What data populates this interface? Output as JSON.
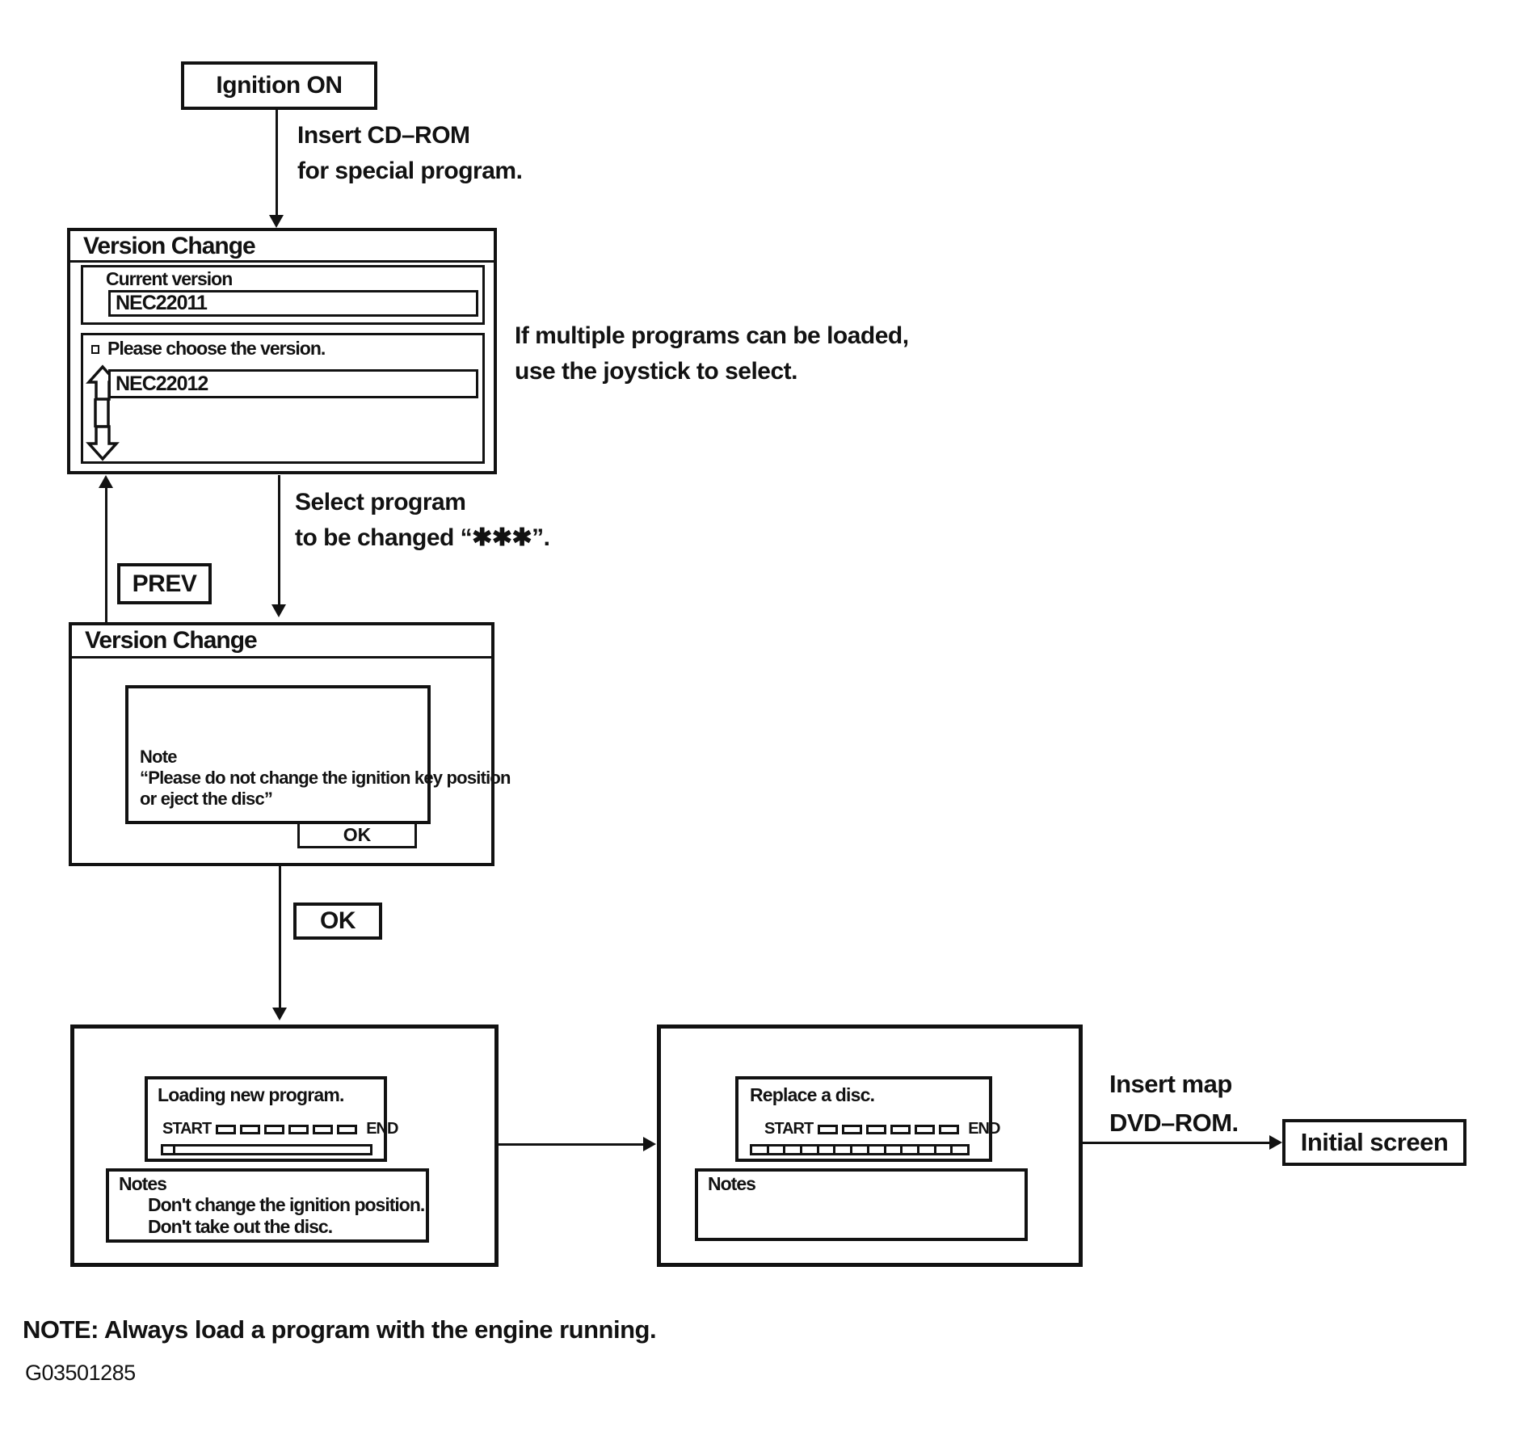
{
  "diagram": {
    "nodes": {
      "ignition_on": "Ignition ON",
      "prev": "PREV",
      "ok": "OK",
      "initial_screen": "Initial screen"
    },
    "annotations": {
      "insert_cd_1": "Insert CD–ROM",
      "insert_cd_2": "for special program.",
      "multiple_1": "If multiple programs can be loaded,",
      "multiple_2": "use the joystick to select.",
      "select_1": "Select program",
      "select_2": "to be changed “✱✱✱”.",
      "insert_map_1": "Insert map",
      "insert_map_2": "DVD–ROM."
    },
    "screen_version_select": {
      "title": "Version Change",
      "current_label": "Current version",
      "current_value": "NEC22011",
      "choose_prompt": "Please choose the version.",
      "choose_value": "NEC22012"
    },
    "screen_version_note": {
      "title": "Version Change",
      "note_title": "Note",
      "note_1": "“Please do not change the ignition key position",
      "note_2": "or eject the disc”",
      "ok_label": "OK"
    },
    "screen_loading": {
      "message": "Loading new program.",
      "start_label": "START",
      "end_label": "END",
      "segments": 6,
      "bar_cells": 1,
      "notes_title": "Notes",
      "note_1": "Don't change the ignition position.",
      "note_2": "Don't take out the disc."
    },
    "screen_replace": {
      "message": "Replace a disc.",
      "start_label": "START",
      "end_label": "END",
      "segments": 6,
      "bar_cells": 13,
      "notes_title": "Notes"
    },
    "footer": {
      "note": "NOTE: Always load a program with the engine running.",
      "figure_id": "G03501285"
    },
    "colors": {
      "ink": "#121212",
      "paper": "#ffffff"
    }
  }
}
